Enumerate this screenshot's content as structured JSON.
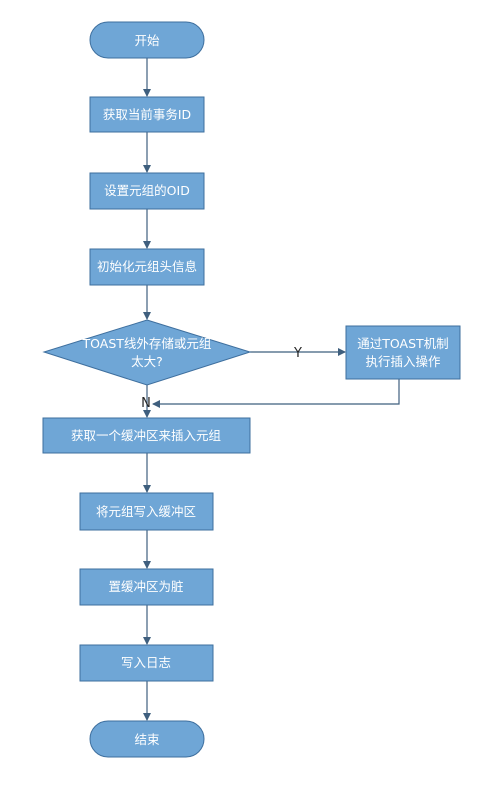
{
  "colors": {
    "node_fill": "#6FA6D6",
    "node_stroke": "#3E6F9E",
    "node_text": "#FFFFFF",
    "edge": "#3F5F7E",
    "label_text": "#262626"
  },
  "nodes": {
    "start": "开始",
    "get_txid": "获取当前事务ID",
    "set_oid": "设置元组的OID",
    "init_header": "初始化元组头信息",
    "decision_line1": "TOAST线外存储或元组",
    "decision_line2": "太大?",
    "toast_line1": "通过TOAST机制",
    "toast_line2": "执行插入操作",
    "get_buffer": "获取一个缓冲区来插入元组",
    "write_buffer": "将元组写入缓冲区",
    "mark_dirty": "置缓冲区为脏",
    "write_log": "写入日志",
    "end": "结束"
  },
  "edge_labels": {
    "yes": "Y",
    "no": "N"
  }
}
